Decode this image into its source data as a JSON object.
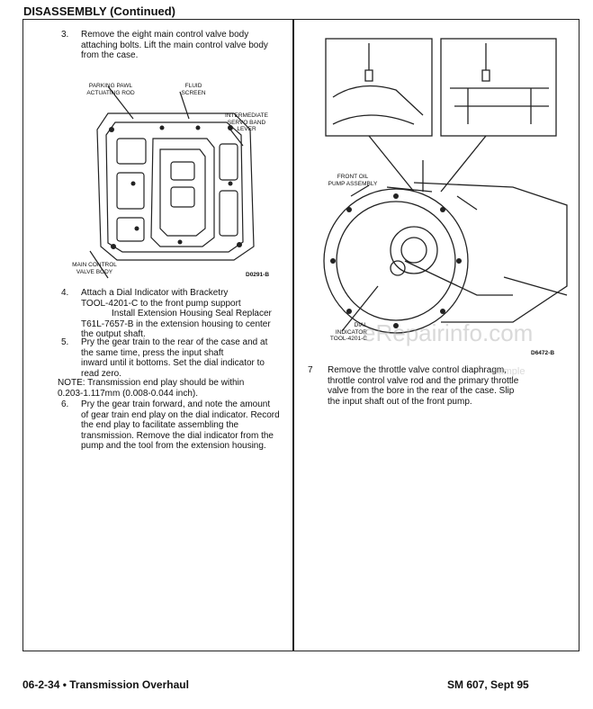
{
  "header": {
    "title": "DISASSEMBLY (Continued)"
  },
  "left": {
    "step3": {
      "num": "3.",
      "lines": [
        "Remove the eight main control valve body",
        "attaching bolts. Lift the main control valve body",
        "from the case."
      ]
    },
    "figure1": {
      "labels": {
        "parking": [
          "PARKING PAWL",
          "ACTUATING ROD"
        ],
        "screen": [
          "FLUID",
          "SCREEN"
        ],
        "servo": [
          "INTERMEDIATE",
          "SERVO BAND",
          "LEVER"
        ],
        "valve": [
          "MAIN CONTROL",
          "VALVE BODY"
        ]
      },
      "code": "D0291-B"
    },
    "step4": {
      "num": "4.",
      "lines": [
        "Attach a Dial Indicator with Bracketry",
        "TOOL-4201-C to the front pump support",
        "Install Extension Housing Seal Replacer",
        "T61L-7657-B in the extension housing to center",
        "the output shaft."
      ]
    },
    "step5": {
      "num": "5.",
      "lines": [
        "Pry the gear train to the rear of the case and at",
        "the same time, press the input shaft",
        "inward until it bottoms. Set the dial indicator to",
        "read zero."
      ]
    },
    "note": {
      "lines": [
        "NOTE: Transmission end play should be within",
        "0.203-1.117mm (0.008-0.044 inch)."
      ]
    },
    "step6": {
      "num": "6.",
      "lines": [
        "Pry the gear train forward, and note the amount",
        "of gear train end play on the dial indicator. Record",
        "the end play to facilitate assembling the",
        "transmission. Remove the dial indicator from the",
        "pump and the tool from the extension housing."
      ]
    }
  },
  "right": {
    "figure2": {
      "labels": {
        "pump": [
          "FRONT OIL",
          "PUMP ASSEMBLY"
        ],
        "dial": [
          "DIAL",
          "INDICATOR",
          "TOOL-4201-C"
        ]
      },
      "code": "D6472-B"
    },
    "step7": {
      "num": "7",
      "lines": [
        "Remove the throttle valve control diaphragm,",
        "throttle control valve rod and the primary throttle",
        "valve from the bore in the rear of the case. Slip",
        "the input shaft out of the front pump."
      ]
    },
    "watermark": "eRepairinfo.com",
    "watermark_small": "sample"
  },
  "footer": {
    "left": "06-2-34 • Transmission Overhaul",
    "right": "SM 607, Sept 95"
  }
}
